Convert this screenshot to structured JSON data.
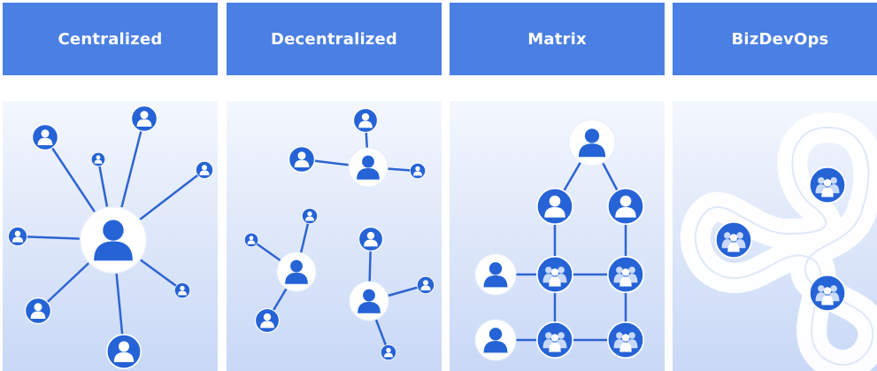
{
  "panels": [
    {
      "label": "Centralized"
    },
    {
      "label": "Decentralized"
    },
    {
      "label": "Matrix"
    },
    {
      "label": "BizDevOps"
    }
  ],
  "colors": {
    "header": "#4a7fe3",
    "node_blue": "#2563d6",
    "link": "#2e64d2",
    "white": "#ffffff"
  },
  "icons": [
    "person-icon",
    "group-icon",
    "infinity-loop-icon"
  ]
}
